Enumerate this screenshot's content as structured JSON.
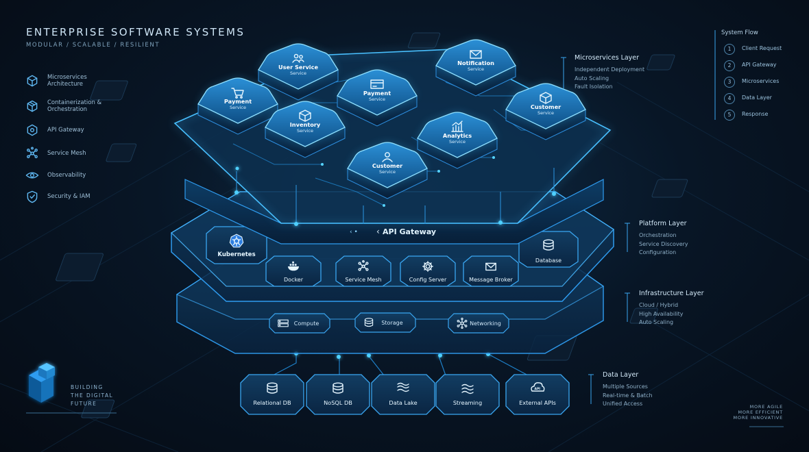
{
  "header": {
    "title": "ENTERPRISE SOFTWARE SYSTEMS",
    "subtitle": "MODULAR  /  SCALABLE  /  RESILIENT"
  },
  "features": [
    {
      "label": "Microservices Architecture",
      "icon": "cube-icon"
    },
    {
      "label": "Containerization & Orchestration",
      "icon": "container-icon"
    },
    {
      "label": "API Gateway",
      "icon": "gateway-icon"
    },
    {
      "label": "Service Mesh",
      "icon": "mesh-icon"
    },
    {
      "label": "Observability",
      "icon": "eye-icon"
    },
    {
      "label": "Security & IAM",
      "icon": "shield-icon"
    }
  ],
  "system_flow": {
    "title": "System Flow",
    "steps": [
      "Client Request",
      "API Gateway",
      "Microservices",
      "Data Layer",
      "Response"
    ]
  },
  "layers": [
    {
      "title": "Microservices Layer",
      "items": [
        "Independent Deployment",
        "Auto Scaling",
        "Fault Isolation"
      ]
    },
    {
      "title": "Platform Layer",
      "items": [
        "Orchestration",
        "Service Discovery",
        "Configuration"
      ]
    },
    {
      "title": "Infrastructure Layer",
      "items": [
        "Cloud / Hybrid",
        "High Availability",
        "Auto Scaling"
      ]
    },
    {
      "title": "Data Layer",
      "items": [
        "Multiple Sources",
        "Real-time & Batch",
        "Unified Access"
      ]
    }
  ],
  "services": [
    {
      "name": "User Service",
      "sub": "Service",
      "icon": "users-icon"
    },
    {
      "name": "Notification",
      "sub": "Service",
      "icon": "mail-icon"
    },
    {
      "name": "Payment",
      "sub": "Service",
      "icon": "cart-icon"
    },
    {
      "name": "Payment",
      "sub": "Service",
      "icon": "card-icon"
    },
    {
      "name": "Customer",
      "sub": "Service",
      "icon": "box-icon"
    },
    {
      "name": "Inventory",
      "sub": "Service",
      "icon": "box-icon"
    },
    {
      "name": "Analytics",
      "sub": "Service",
      "icon": "chart-icon"
    },
    {
      "name": "Customer",
      "sub": "Service",
      "icon": "person-icon"
    }
  ],
  "gateway_label": "API Gateway",
  "platform": {
    "orchestrator": "Kubernetes",
    "database": "Database",
    "modules": [
      "Docker",
      "Service Mesh",
      "Config Server",
      "Message Broker"
    ]
  },
  "infrastructure": [
    "Compute",
    "Storage",
    "Networking"
  ],
  "data_sources": [
    "Relational DB",
    "NoSQL DB",
    "Data Lake",
    "Streaming",
    "External APIs"
  ],
  "footer": {
    "building": [
      "BUILDING",
      "THE DIGITAL",
      "FUTURE"
    ],
    "taglines": [
      "MORE AGILE",
      "MORE EFFICIENT",
      "MORE INNOVATIVE"
    ]
  },
  "colors": {
    "background": "#060d17",
    "accent": "#2fa8ff",
    "glow": "#39c6ff",
    "text": "#cfe6f7"
  }
}
